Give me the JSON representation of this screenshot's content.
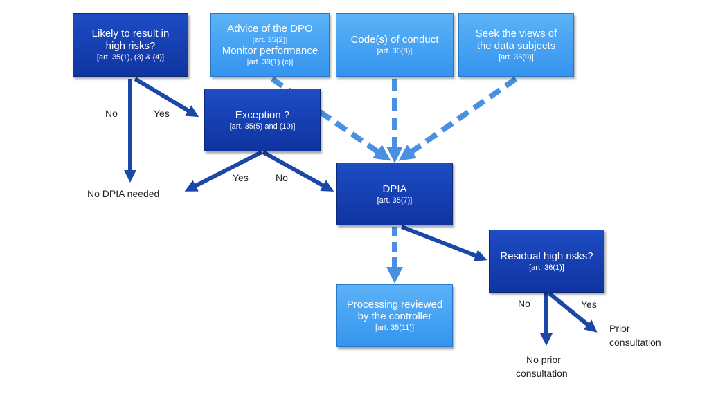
{
  "colors": {
    "dark_box": "#1440b0",
    "light_box": "#4aa6f4",
    "arrow_solid": "#1a47a8",
    "arrow_dashed": "#4a90e2"
  },
  "boxes": {
    "likely": {
      "line1": "Likely to result in",
      "line2": "high risks?",
      "ref": "[art. 35(1), (3) & (4)]"
    },
    "advice": {
      "line1": "Advice of the DPO",
      "ref1": "[art. 35(2)]",
      "line2": "Monitor performance",
      "ref2": "[art. 39(1) (c)]"
    },
    "codes": {
      "line1": "Code(s) of conduct",
      "ref": "[art. 35(8)]"
    },
    "views": {
      "line1": "Seek the views of",
      "line2": "the data subjects",
      "ref": "[art. 35(9)]"
    },
    "exception": {
      "line1": "Exception ?",
      "ref": "[art. 35(5) and (10)]"
    },
    "dpia": {
      "line1": "DPIA",
      "ref": "[art. 35(7)]"
    },
    "residual": {
      "line1": "Residual high risks?",
      "ref": "[art. 36(1)]"
    },
    "processing": {
      "line1": "Processing reviewed",
      "line2": "by the controller",
      "ref": "[art. 35(11)]"
    }
  },
  "labels": {
    "no1": "No",
    "yes1": "Yes",
    "yes2": "Yes",
    "no2": "No",
    "no3": "No",
    "yes3": "Yes",
    "no_dpia": "No DPIA needed",
    "prior1": "Prior",
    "prior2": "consultation",
    "noprior1": "No prior",
    "noprior2": "consultation"
  }
}
